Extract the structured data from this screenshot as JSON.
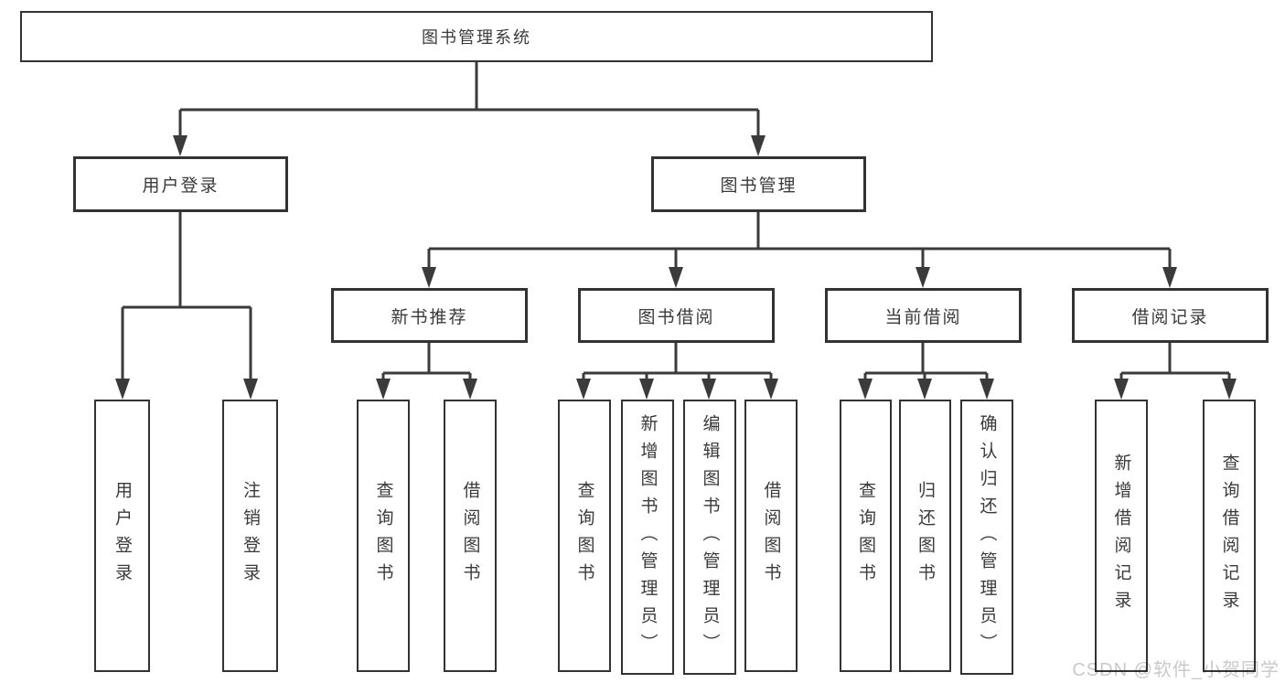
{
  "diagram_title": "图书管理系统",
  "colors": {
    "line": "#3b3b3b",
    "border": "#333333",
    "text": "#3a3a3a",
    "background": "#ffffff",
    "watermark": "#c9c9c9"
  },
  "nodes": [
    {
      "label": "图书管理系统",
      "level": 1
    },
    {
      "label": "用户登录",
      "level": 2,
      "parent": "图书管理系统"
    },
    {
      "label": "图书管理",
      "level": 2,
      "parent": "图书管理系统"
    },
    {
      "label": "新书推荐",
      "level": 3,
      "parent": "图书管理"
    },
    {
      "label": "图书借阅",
      "level": 3,
      "parent": "图书管理"
    },
    {
      "label": "当前借阅",
      "level": 3,
      "parent": "图书管理"
    },
    {
      "label": "借阅记录",
      "level": 3,
      "parent": "图书管理"
    },
    {
      "label": "用户登录",
      "level": 4,
      "parent": "用户登录"
    },
    {
      "label": "注销登录",
      "level": 4,
      "parent": "用户登录"
    },
    {
      "label": "查询图书",
      "level": 4,
      "parent": "新书推荐"
    },
    {
      "label": "借阅图书",
      "level": 4,
      "parent": "新书推荐"
    },
    {
      "label": "查询图书",
      "level": 4,
      "parent": "图书借阅"
    },
    {
      "label": "新增图书（管理员）",
      "level": 4,
      "parent": "图书借阅"
    },
    {
      "label": "编辑图书（管理员）",
      "level": 4,
      "parent": "图书借阅"
    },
    {
      "label": "借阅图书",
      "level": 4,
      "parent": "图书借阅"
    },
    {
      "label": "查询图书",
      "level": 4,
      "parent": "当前借阅"
    },
    {
      "label": "归还图书",
      "level": 4,
      "parent": "当前借阅"
    },
    {
      "label": "确认归还（管理员）",
      "level": 4,
      "parent": "当前借阅"
    },
    {
      "label": "新增借阅记录",
      "level": 4,
      "parent": "借阅记录"
    },
    {
      "label": "查询借阅记录",
      "level": 4,
      "parent": "借阅记录"
    }
  ],
  "watermark": {
    "text": "CSDN @软件_小贺同学"
  }
}
